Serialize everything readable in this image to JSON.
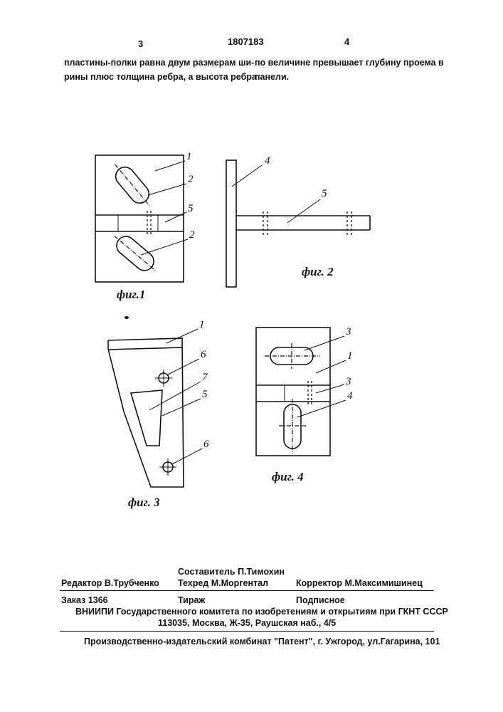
{
  "header": {
    "page_left": "3",
    "patent_number": "1807183",
    "page_right": "4"
  },
  "text": {
    "left_column": [
      "пластины-полки равна двум размерам ши-",
      "рины плюс толщина ребра, а высота ребра"
    ],
    "right_column": [
      "по величине превышает глубину проема в",
      "панели."
    ]
  },
  "figures": {
    "fig1": {
      "caption": "фиг.1",
      "labels": [
        "1",
        "2",
        "5",
        "2"
      ]
    },
    "fig2": {
      "caption": "фиг. 2",
      "labels": [
        "4",
        "5"
      ]
    },
    "fig3": {
      "caption": "фиг. 3",
      "labels": [
        "1",
        "6",
        "7",
        "5",
        "6"
      ]
    },
    "fig4": {
      "caption": "фиг. 4",
      "labels": [
        "3",
        "1",
        "3",
        "4"
      ]
    }
  },
  "footer": {
    "editor": "Редактор  В.Трубченко",
    "compiler": "Составитель  П.Тимохин",
    "tech_editor": "Техред М.Моргентал",
    "corrector": "Корректор  М.Максимишинец",
    "order": "Заказ  1366",
    "circulation": "Тираж",
    "subscription": "Подписное",
    "institute": "ВНИИПИ Государственного комитета по изобретениям и открытиям при ГКНТ СССР",
    "address": "113035, Москва, Ж-35, Раушская наб., 4/5",
    "publisher": "Производственно-издательский комбинат \"Патент\", г. Ужгород, ул.Гагарина, 101"
  }
}
